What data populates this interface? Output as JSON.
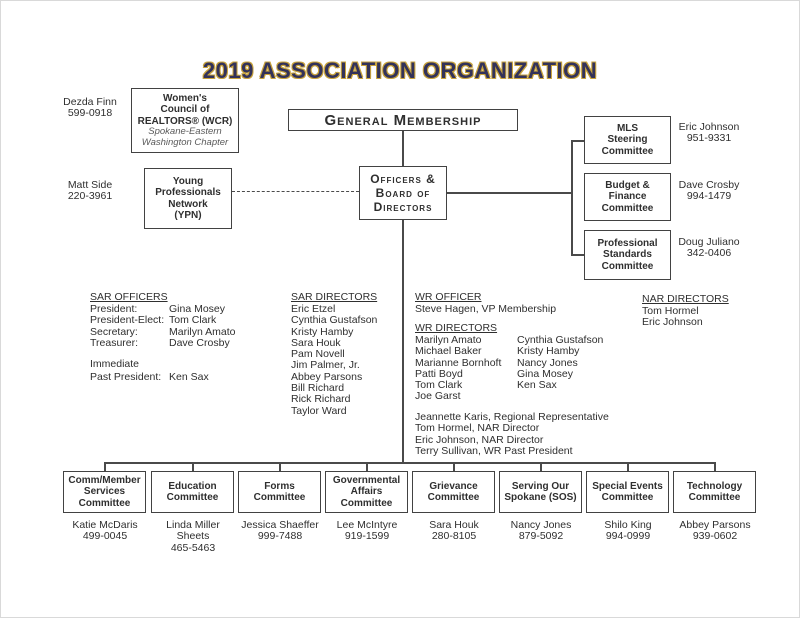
{
  "title": "2019 ASSOCIATION ORGANIZATION",
  "colors": {
    "title_fill": "#32325a",
    "title_outline": "#c7a23c",
    "line": "#4a4a4a"
  },
  "left": {
    "wcr": {
      "name": "Women's\nCouncil of\nREALTORS® (WCR)",
      "subtitle": "Spokane-Eastern\nWashington Chapter",
      "contact": "Dezda Finn\n599-0918"
    },
    "ypn": {
      "name": "Young\nProfessionals\nNetwork\n(YPN)",
      "contact": "Matt Side\n220-3961"
    }
  },
  "center": {
    "general_membership": "General Membership",
    "officers_board": "Officers &\nBoard of\nDirectors"
  },
  "right_committees": [
    {
      "title": "MLS\nSteering\nCommittee",
      "contact": "Eric Johnson\n951-9331"
    },
    {
      "title": "Budget &\nFinance\nCommittee",
      "contact": "Dave Crosby\n994-1479"
    },
    {
      "title": "Professional\nStandards\nCommittee",
      "contact": "Doug Juliano\n342-0406"
    }
  ],
  "sar_officers": {
    "heading": "SAR OFFICERS",
    "rows": [
      {
        "label": "President:",
        "value": "Gina Mosey"
      },
      {
        "label": "President-Elect:",
        "value": "Tom Clark"
      },
      {
        "label": "Secretary:",
        "value": "Marilyn Amato"
      },
      {
        "label": "Treasurer:",
        "value": "Dave Crosby"
      }
    ],
    "immediate_label": "Immediate",
    "past_president_label": "Past President:",
    "past_president_value": "Ken Sax"
  },
  "sar_directors": {
    "heading": "SAR DIRECTORS",
    "members": [
      "Eric Etzel",
      "Cynthia Gustafson",
      "Kristy Hamby",
      "Sara Houk",
      "Pam Novell",
      "Jim Palmer, Jr.",
      "Abbey Parsons",
      "Bill Richard",
      "Rick Richard",
      "Taylor Ward"
    ]
  },
  "wr": {
    "officer_heading": "WR OFFICER",
    "officer": "Steve Hagen, VP Membership",
    "directors_heading": "WR DIRECTORS",
    "directors_col1": [
      "Marilyn Amato",
      "Michael Baker",
      "Marianne Bornhoft",
      "Patti Boyd",
      "Tom Clark",
      "Joe Garst"
    ],
    "directors_col2": [
      "Cynthia Gustafson",
      "Kristy Hamby",
      "Nancy Jones",
      "Gina Mosey",
      "Ken Sax"
    ],
    "notes": [
      "Jeannette Karis, Regional Representative",
      "Tom Hormel, NAR Director",
      "Eric Johnson, NAR Director",
      "Terry Sullivan, WR Past President"
    ]
  },
  "nar_directors": {
    "heading": "NAR DIRECTORS",
    "members": [
      "Tom Hormel",
      "Eric Johnson"
    ]
  },
  "bottom_committees": [
    {
      "title": "Comm/Member\nServices\nCommittee",
      "contact": "Katie McDaris\n499-0045"
    },
    {
      "title": "Education\nCommittee",
      "contact": "Linda Miller\nSheets\n465-5463"
    },
    {
      "title": "Forms\nCommittee",
      "contact": "Jessica Shaeffer\n999-7488"
    },
    {
      "title": "Governmental\nAffairs\nCommittee",
      "contact": "Lee McIntyre\n919-1599"
    },
    {
      "title": "Grievance\nCommittee",
      "contact": "Sara Houk\n280-8105"
    },
    {
      "title": "Serving Our\nSpokane (SOS)",
      "contact": "Nancy Jones\n879-5092"
    },
    {
      "title": "Special Events\nCommittee",
      "contact": "Shilo King\n994-0999"
    },
    {
      "title": "Technology\nCommittee",
      "contact": "Abbey Parsons\n939-0602"
    }
  ]
}
